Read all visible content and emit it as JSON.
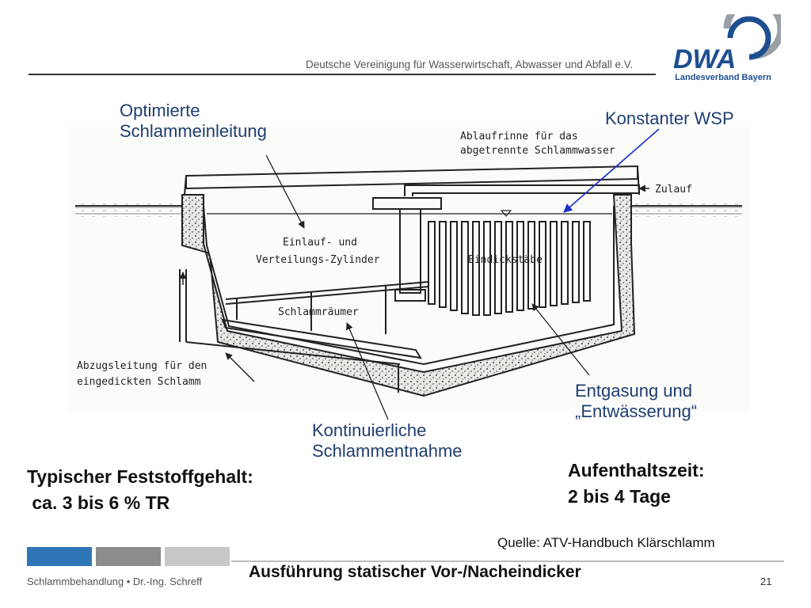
{
  "header": {
    "organization": "Deutsche Vereinigung für Wasserwirtschaft, Abwasser und Abfall e.V.",
    "logo_text": "DWA",
    "logo_subtitle": "Landesverband Bayern"
  },
  "diagram": {
    "sketch_labels": {
      "channel_line1": "Ablaufrinne für das",
      "channel_line2": "abgetrennte Schlammwasser",
      "inflow": "Zulauf",
      "cylinder_line1": "Einlauf- und",
      "cylinder_line2": "Verteilungs-Zylinder",
      "rods": "Eindickstäbe",
      "scraper": "Schlammräumer",
      "outlet_line1": "Abzugsleitung für den",
      "outlet_line2": "eingedickten Schlamm"
    },
    "annotations": {
      "optimized_line1": "Optimierte",
      "optimized_line2": "Schlammeinleitung",
      "constant_level": "Konstanter WSP",
      "degassing_line1": "Entgasung und",
      "degassing_line2": "„Entwässerung“",
      "continuous_line1": "Kontinuierliche",
      "continuous_line2": "Schlammentnahme"
    },
    "annotation_color": "#1f3e70",
    "arrow_color": "#1a2fcc"
  },
  "facts": {
    "solids_line1": "Typischer Feststoffgehalt:",
    "solids_line2": " ca. 3 bis 6 % TR",
    "retention_line1": "Aufenthaltszeit:",
    "retention_line2": "2 bis 4 Tage"
  },
  "source": "Quelle: ATV-Handbuch Klärschlamm",
  "footer": {
    "left_text": "Schlammbehandlung • Dr.-Ing. Schreff",
    "title": "Ausführung statischer Vor-/Nacheindicker",
    "page_number": "21",
    "bar_colors": [
      "#2e75b6",
      "#8c8c8c",
      "#c8c8c8"
    ]
  }
}
